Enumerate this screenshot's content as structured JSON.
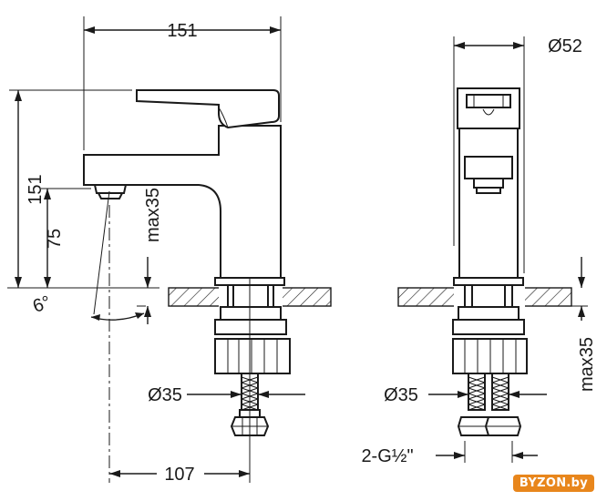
{
  "dimensions": {
    "side_width": "151",
    "side_height": "151",
    "spout_height": "75",
    "deck_max_left": "max35",
    "angle": "6°",
    "base_diameter_left": "Ø35",
    "offset": "107",
    "head_diameter": "Ø52",
    "base_diameter_right": "Ø35",
    "deck_max_right": "max35",
    "hose_thread": "2-G½\""
  },
  "watermark": "BYZON.by"
}
